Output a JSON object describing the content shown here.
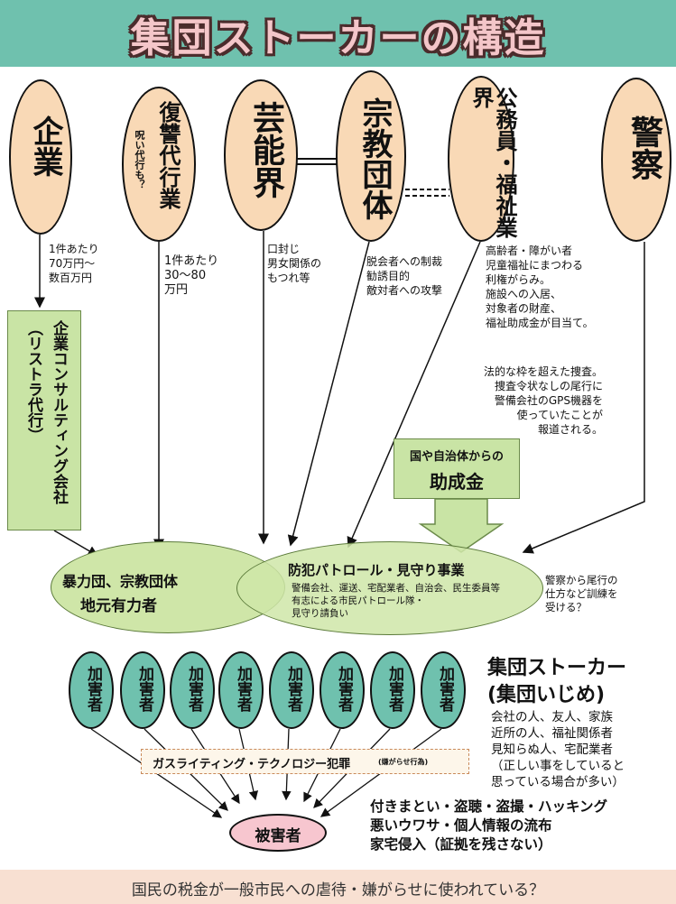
{
  "title": "集団ストーカーの構造",
  "sources": [
    {
      "label": "企業",
      "note": "1件あたり\n70万円〜\n数百万円"
    },
    {
      "label": "復讐代行業",
      "sub": "呪い代行も？",
      "note": "1件あたり\n30〜80\n万円"
    },
    {
      "label": "芸能界",
      "note": "口封じ\n男女関係の\nもつれ等"
    },
    {
      "label": "宗教団体",
      "note": "脱会者への制裁\n勧誘目的\n敵対者への攻撃"
    },
    {
      "label": "公務員・福祉業界",
      "note": "高齢者・障がい者\n児童福祉にまつわる\n利権がらみ。\n施設への入居、\n対象者の財産、\n福祉助成金が目当て。"
    },
    {
      "label": "警察",
      "note": "法的な枠を超えた捜査。\n捜査令状なしの尾行に\n警備会社のGPS機器を\n使っていたことが\n報道される。"
    }
  ],
  "consulting_box": "企業コンサルティング会社\n（リストラ代行）",
  "subsidy_box": {
    "line1": "国や自治体からの",
    "line2": "助成金"
  },
  "left_oval": {
    "line1": "暴力団、宗教団体",
    "line2": "地元有力者"
  },
  "right_oval": {
    "title": "防犯パトロール・見守り事業",
    "body": "警備会社、運送、宅配業者、自治会、民生委員等\n有志による市民パトロール隊・\n見守り請負い"
  },
  "police_note": "警察から尾行の\n仕方など訓練を\n受ける？",
  "perpetrators": [
    "加害者",
    "加害者",
    "加害者",
    "加害者",
    "加害者",
    "加害者",
    "加害者",
    "加害者"
  ],
  "stalker_heading": {
    "line1": "集団ストーカー",
    "line2": "(集団いじめ)"
  },
  "stalker_members": "会社の人、友人、家族\n近所の人、福祉関係者\n見知らぬ人、宅配業者\n（正しい事をしていると\n思っている場合が多い）",
  "gaslighting": {
    "main": "ガスライティング・テクノロジー犯罪",
    "small": "(嫌がらせ行為)"
  },
  "victim": "被害者",
  "harassment": "付きまとい・盗聴・盗撮・ハッキング\n悪いウワサ・個人情報の流布\n家宅侵入（証拠を残さない）",
  "footer": "国民の税金が一般市民への虐待・嫌がらせに使われている？",
  "colors": {
    "title_bar": "#6fc1ae",
    "source_oval": "#f9d9b6",
    "green": "#cfe6a8",
    "teal": "#6fc1ae",
    "footer": "#f8e0d2"
  }
}
